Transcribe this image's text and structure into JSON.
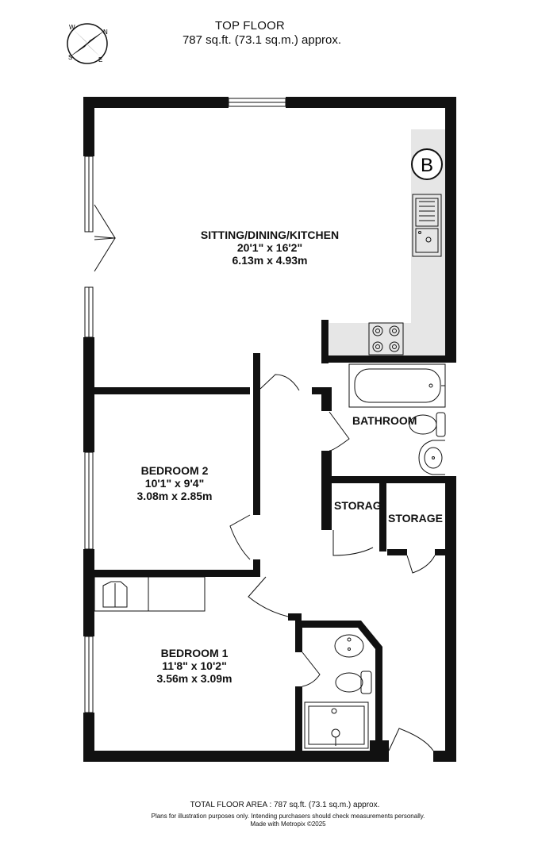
{
  "header": {
    "title": "TOP FLOOR",
    "subtitle": "787 sq.ft. (73.1 sq.m.) approx."
  },
  "compass": {
    "n": "N",
    "s": "S",
    "e": "E",
    "w": "W"
  },
  "rooms": {
    "sitting": {
      "name": "SITTING/DINING/KITCHEN",
      "imperial": "20'1\"  x 16'2\"",
      "metric": "6.13m  x 4.93m"
    },
    "bedroom2": {
      "name": "BEDROOM 2",
      "imperial": "10'1\"  x 9'4\"",
      "metric": "3.08m  x 2.85m"
    },
    "bedroom1": {
      "name": "BEDROOM 1",
      "imperial": "11'8\"  x 10'2\"",
      "metric": "3.56m  x 3.09m"
    },
    "bathroom": {
      "name": "BATHROOM"
    },
    "storage1": {
      "name": "STORAGE"
    },
    "storage2": {
      "name": "STORAGE"
    }
  },
  "boiler": {
    "symbol": "B"
  },
  "footer": {
    "total": "TOTAL FLOOR AREA : 787 sq.ft. (73.1 sq.m.) approx.",
    "disclaimer": "Plans for illustration purposes only. Intending purchasers should check measurements personally.",
    "credit": "Made with Metropix ©2025"
  }
}
